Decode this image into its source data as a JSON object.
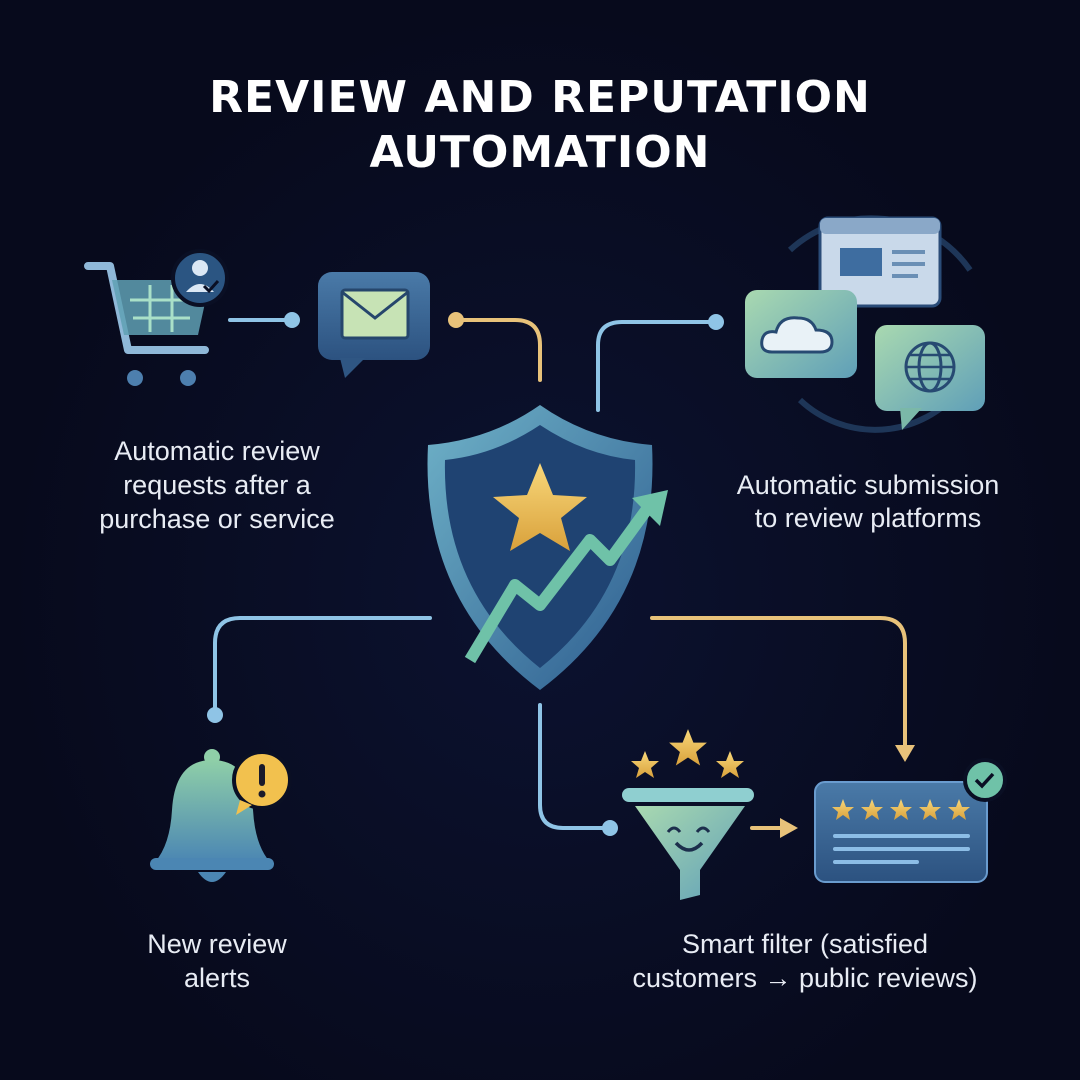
{
  "title": {
    "line1": "REVIEW AND REPUTATION",
    "line2": "AUTOMATION"
  },
  "steps": {
    "requests": {
      "lines": [
        "Automatic review",
        "requests after a",
        "purchase or service"
      ],
      "icon": "shopping-cart-icon"
    },
    "submission": {
      "lines": [
        "Automatic submission",
        "to review platforms"
      ],
      "icon": "platforms-icon"
    },
    "alerts": {
      "lines": [
        "New review",
        "alerts"
      ],
      "icon": "bell-icon"
    },
    "filter": {
      "lines": [
        "Smart filter (satisfied",
        "customers → public reviews)"
      ],
      "icon": "funnel-icon"
    }
  },
  "colors": {
    "background": "#070a1c",
    "blue_line": "#8fc4e6",
    "gold_line": "#e8c27a",
    "star": "#f2c14e",
    "panel": "#3d6a99"
  }
}
